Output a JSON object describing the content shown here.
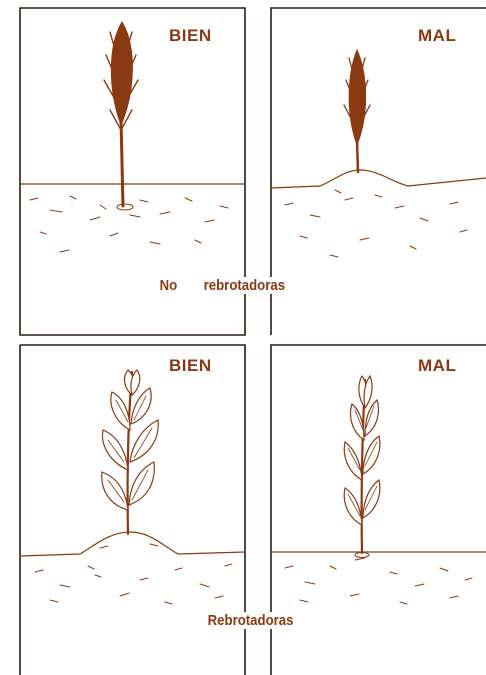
{
  "colors": {
    "ink": "#8a3a12",
    "frame": "#2a1a10",
    "background": "#ffffff"
  },
  "panels": [
    {
      "label": "BIEN"
    },
    {
      "label": "MAL"
    },
    {
      "label": "BIEN"
    },
    {
      "label": "MAL"
    }
  ],
  "captions": {
    "top_no": "No",
    "top_rest": "rebrotadoras",
    "bottom": "Rebrotadoras"
  }
}
